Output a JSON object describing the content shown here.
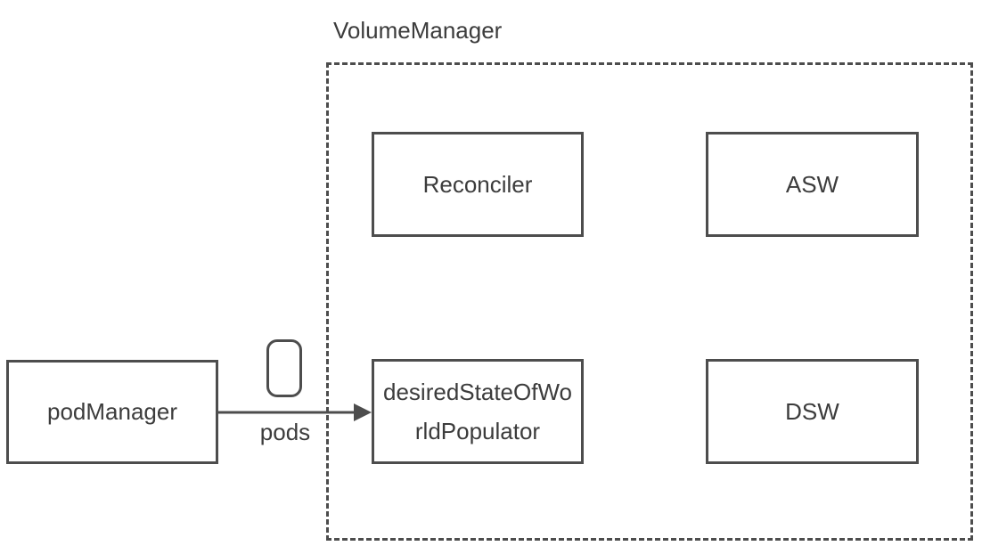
{
  "diagram": {
    "title": "VolumeManager",
    "nodes": {
      "pod_manager": {
        "label": "podManager"
      },
      "reconciler": {
        "label": "Reconciler"
      },
      "asw": {
        "label": "ASW"
      },
      "dswp": {
        "label": "desiredStateOfWorldPopulator"
      },
      "dsw": {
        "label": "DSW"
      }
    },
    "edges": {
      "pods": {
        "label": "pods",
        "from": "podManager",
        "to": "desiredStateOfWorldPopulator",
        "direction": "right"
      }
    },
    "icons": {
      "pod_icon": "rounded-rectangle"
    },
    "colors": {
      "stroke": "#4d4d4d",
      "text": "#3c3c3c",
      "background": "#ffffff"
    }
  }
}
